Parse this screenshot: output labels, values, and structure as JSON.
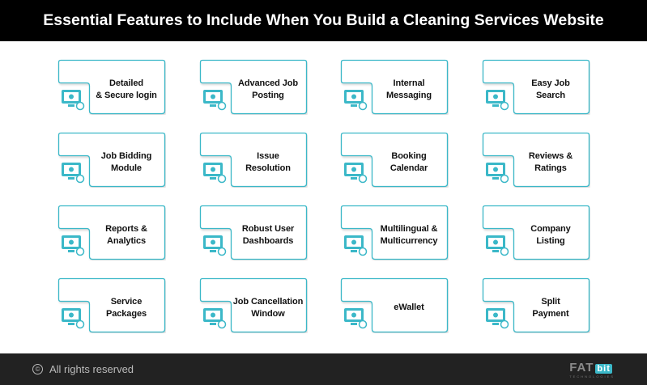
{
  "header": {
    "title": "Essential Features to Include When You Build a Cleaning Services Website"
  },
  "colors": {
    "accent": "#3bb8c8",
    "header_bg": "#000000",
    "footer_bg": "#222222"
  },
  "features": [
    {
      "label": "Detailed\n& Secure login",
      "icon": "secure-login-icon"
    },
    {
      "label": "Advanced Job\nPosting",
      "icon": "job-posting-icon"
    },
    {
      "label": "Internal\nMessaging",
      "icon": "messaging-icon"
    },
    {
      "label": "Easy Job\nSearch",
      "icon": "job-search-icon"
    },
    {
      "label": "Job Bidding\nModule",
      "icon": "bid-icon"
    },
    {
      "label": "Issue\nResolution",
      "icon": "issue-resolution-icon"
    },
    {
      "label": "Booking\nCalendar",
      "icon": "calendar-icon"
    },
    {
      "label": "Reviews &\nRatings",
      "icon": "rating-icon"
    },
    {
      "label": "Reports &\nAnalytics",
      "icon": "analytics-icon"
    },
    {
      "label": "Robust User\nDashboards",
      "icon": "dashboard-icon"
    },
    {
      "label": "Multilingual &\nMulticurrency",
      "icon": "currency-icon"
    },
    {
      "label": "Company\nListing",
      "icon": "company-listing-icon"
    },
    {
      "label": "Service\nPackages",
      "icon": "package-icon"
    },
    {
      "label": "Job Cancellation\nWindow",
      "icon": "cancel-window-icon"
    },
    {
      "label": "eWallet",
      "icon": "wallet-icon"
    },
    {
      "label": "Split\nPayment",
      "icon": "split-payment-icon"
    }
  ],
  "footer": {
    "copyright": "All rights reserved",
    "copyright_symbol": "©",
    "logo_main": "FAT",
    "logo_accent": "bit",
    "logo_sub": "TECHNOLOGIES"
  }
}
